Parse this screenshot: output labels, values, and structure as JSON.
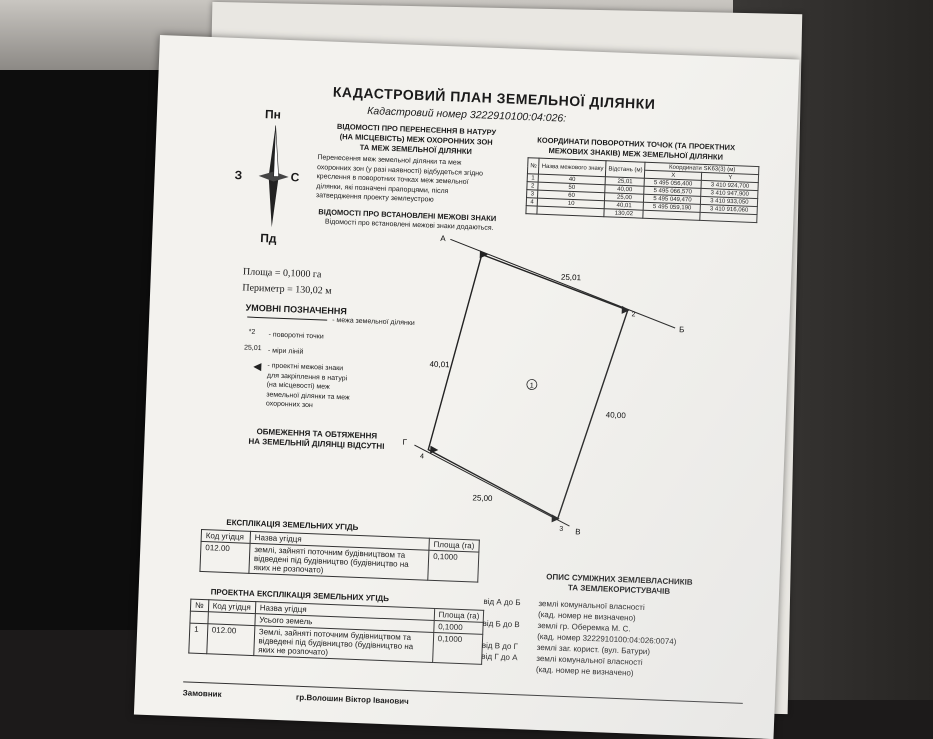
{
  "document": {
    "title": "КАДАСТРОВИЙ ПЛАН ЗЕМЕЛЬНОЇ ДІЛЯНКИ",
    "cadastral_line": "Кадастровий номер 3222910100:04:026:"
  },
  "compass": {
    "north": "Пн",
    "south": "Пд",
    "west": "З",
    "east": "С"
  },
  "transfer": {
    "heading1": "ВІДОМОСТІ ПРО ПЕРЕНЕСЕННЯ В НАТУРУ",
    "heading2": "(НА МІСЦЕВІСТЬ) МЕЖ ОХОРОННИХ ЗОН",
    "heading3": "ТА МЕЖ ЗЕМЕЛЬНОЇ ДІЛЯНКИ",
    "lines": [
      "Перенесення меж земельної ділянки та меж",
      "охоронних зон (у разі наявності) відбудеться згідно",
      "креслення в поворотних точках меж земельної",
      "ділянки, які позначені прапорцями, після",
      "затвердження проекту землеустрою"
    ],
    "signs_heading": "ВІДОМОСТІ ПРО ВСТАНОВЛЕНІ МЕЖОВІ ЗНАКИ",
    "signs_text": "Відомості про встановлені межові знаки додаються."
  },
  "area": {
    "area_label": "Площа = 0,1000 га",
    "perimeter_label": "Периметр = 130,02 м"
  },
  "legend": {
    "heading": "УМОВНІ ПОЗНАЧЕННЯ",
    "boundary": "- межа земельної ділянки",
    "point_symbol": "*2",
    "point_text": "- поворотні точки",
    "measure_symbol": "25,01",
    "measure_text": "- міри ліній",
    "marks_lines": [
      "- проектні межові знаки",
      "для закріплення в натурі",
      "(на місцевості) меж",
      "земельної ділянки та меж",
      "охоронних зон"
    ]
  },
  "restrictions": {
    "line1": "ОБМЕЖЕННЯ ТА ОБТЯЖЕННЯ",
    "line2": "НА ЗЕМЕЛЬНІЙ ДІЛЯНЦІ ВІДСУТНІ"
  },
  "coords": {
    "heading1": "КООРДИНАТИ ПОВОРОТНИХ ТОЧОК (ТА ПРОЕКТНИХ",
    "heading2": "МЕЖОВИХ ЗНАКІВ) МЕЖ ЗЕМЕЛЬНОЇ ДІЛЯНКИ",
    "col_no": "№",
    "col_sign": "Назва межового знаку",
    "col_dist": "Відстань (м)",
    "col_coord": "Координати SK63(3) (м)",
    "col_x": "X",
    "col_y": "Y",
    "rows": [
      [
        "1",
        "40",
        "25,01",
        "5 495 056,400",
        "3 410 924,700"
      ],
      [
        "2",
        "50",
        "40,00",
        "5 495 066,570",
        "3 410 947,900"
      ],
      [
        "3",
        "60",
        "25,00",
        "5 495 049,470",
        "3 410 933,050"
      ],
      [
        "4",
        "10",
        "40,01",
        "5 495 059,190",
        "3 410 916,060"
      ]
    ],
    "total": "130,02"
  },
  "plan": {
    "parcel": "1",
    "side_top": "25,01",
    "side_right": "40,00",
    "side_bottom": "25,00",
    "side_left": "40,01",
    "pt2": "2",
    "pt3": "3",
    "pt4": "4",
    "dirA": "А",
    "dirB": "Б",
    "dirV": "В",
    "dirG": "Г"
  },
  "explication": {
    "heading": "ЕКСПЛІКАЦІЯ ЗЕМЕЛЬНИХ УГІДЬ",
    "col_code": "Код угідця",
    "col_name": "Назва угідця",
    "col_area": "Площа (га)",
    "code": "012.00",
    "name1": "землі, зайняті поточним будівництвом та",
    "name2": "відведені під будівництво (будівництво на",
    "name3": "яких не розпочато)",
    "area": "0,1000"
  },
  "project_explication": {
    "heading": "ПРОЕКТНА ЕКСПЛІКАЦІЯ ЗЕМЕЛЬНИХ УГІДЬ",
    "col_no": "№",
    "col_code": "Код угідця",
    "col_name": "Назва угідця",
    "col_area": "Площа (га)",
    "total_label": "Усього земель",
    "total_area": "0,1000",
    "row_no": "1",
    "row_code": "012.00",
    "row_name1": "Землі, зайняті поточним будівництвом та",
    "row_name2": "відведені під будівництво (будівництво на",
    "row_name3": "яких не розпочато)",
    "row_area": "0,1000"
  },
  "neighbours": {
    "heading1": "ОПИС СУМІЖНИХ ЗЕМЛЕВЛАСНИКІВ",
    "heading2": "ТА ЗЕМЛЕКОРИСТУВАЧІВ",
    "rows": [
      {
        "from": "від А до Б",
        "text": "землі комунальної власності"
      },
      {
        "from": "",
        "text": "(кад. номер не визначено)"
      },
      {
        "from": "від Б до В",
        "text": "землі гр. Оберемка М. С."
      },
      {
        "from": "",
        "text": "(кад. номер 3222910100:04:026:0074)"
      },
      {
        "from": "від В до Г",
        "text": "землі заг. корист. (вул. Батури)"
      },
      {
        "from": "від Г до А",
        "text": "землі комунальної власності"
      },
      {
        "from": "",
        "text": "(кад. номер не визначено)"
      }
    ]
  },
  "customer": {
    "label": "Замовник",
    "value": "гр.Волошин Віктор Іванович"
  }
}
